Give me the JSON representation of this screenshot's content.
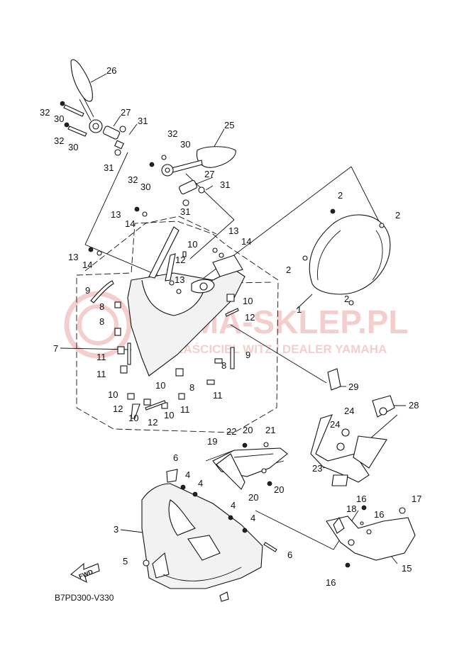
{
  "diagram_code": "B7PD300-V330",
  "fwd_label": "FWD",
  "watermark": {
    "main": "YAMA-SKLEP.PL",
    "sub": "WŁAŚCICIEL WITZ / DEALER YAMAHA",
    "color": "#d9534f"
  },
  "callouts": {
    "c1": "1",
    "c2a": "2",
    "c2b": "2",
    "c2c": "2",
    "c2d": "2",
    "c3": "3",
    "c4a": "4",
    "c4b": "4",
    "c4c": "4",
    "c4d": "4",
    "c5": "5",
    "c6a": "6",
    "c6b": "6",
    "c7": "7",
    "c8a": "8",
    "c8b": "8",
    "c8c": "8",
    "c8d": "8",
    "c9a": "9",
    "c9b": "9",
    "c10a": "10",
    "c10b": "10",
    "c10c": "10",
    "c10d": "10",
    "c10e": "10",
    "c10f": "10",
    "c11a": "11",
    "c11b": "11",
    "c11c": "11",
    "c11d": "11",
    "c12a": "12",
    "c12b": "12",
    "c12c": "12",
    "c12d": "12",
    "c13a": "13",
    "c13b": "13",
    "c13c": "13",
    "c13d": "13",
    "c14a": "14",
    "c14b": "14",
    "c14c": "14",
    "c15": "15",
    "c16a": "16",
    "c16b": "16",
    "c16c": "16",
    "c17": "17",
    "c18": "18",
    "c19": "19",
    "c20a": "20",
    "c20b": "20",
    "c20c": "20",
    "c21": "21",
    "c22": "22",
    "c23": "23",
    "c24a": "24",
    "c24b": "24",
    "c25": "25",
    "c26": "26",
    "c27a": "27",
    "c27b": "27",
    "c28": "28",
    "c29": "29",
    "c30a": "30",
    "c30b": "30",
    "c30c": "30",
    "c30d": "30",
    "c31a": "31",
    "c31b": "31",
    "c31c": "31",
    "c31d": "31",
    "c32a": "32",
    "c32b": "32",
    "c32c": "32",
    "c32d": "32"
  }
}
